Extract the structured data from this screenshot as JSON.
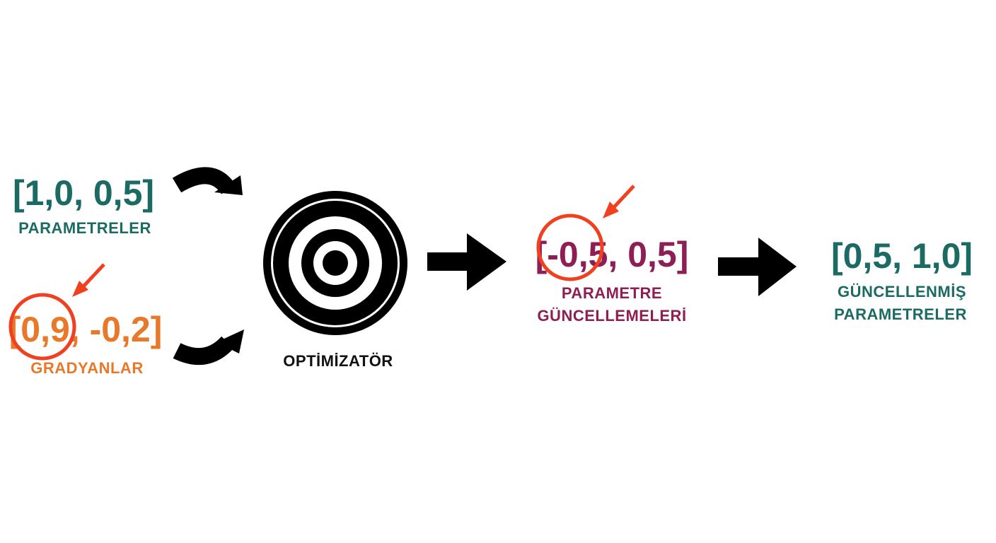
{
  "colors": {
    "teal": "#1b6b64",
    "orange": "#e8792a",
    "plum": "#8e1f55",
    "black": "#111111",
    "highlight_red": "#f0401f"
  },
  "parameters": {
    "vector": "[1,0, 0,5]",
    "label": "PARAMETRELER"
  },
  "gradients": {
    "vector": "[0,9, -0,2]",
    "label": "GRADYANLAR"
  },
  "optimizer": {
    "icon": "target-icon",
    "label": "OPTİMİZATÖR"
  },
  "updates": {
    "vector": "[-0,5, 0,5]",
    "label_line1": "PARAMETRE",
    "label_line2": "GÜNCELLEMELERİ"
  },
  "updated_parameters": {
    "vector": "[0,5, 1,0]",
    "label_line1": "GÜNCELLENMİŞ",
    "label_line2": "PARAMETRELER"
  }
}
